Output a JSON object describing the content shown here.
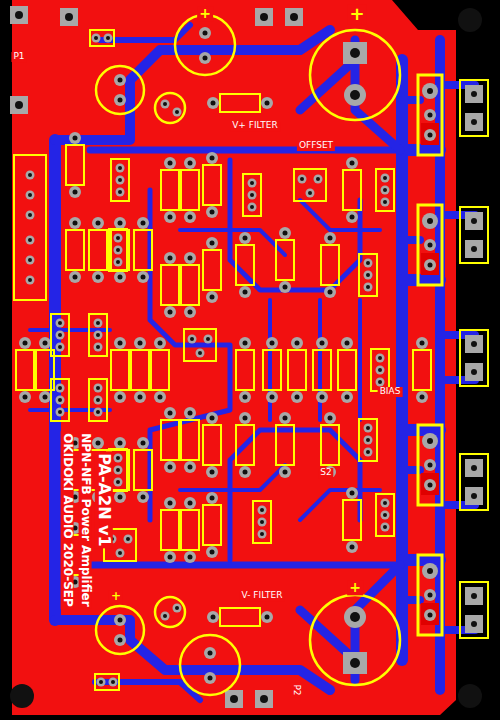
{
  "diagram": {
    "labels": [
      "+",
      "+",
      "P1",
      "V+ FILTER",
      "OFFSET",
      "BIAS",
      "S2",
      "PA-A2N v1",
      "NPN-NFB Power Amplifier",
      "OKIDOKI AUDIO 2020-SEP",
      "V- FILTER",
      "P2",
      "+",
      "+"
    ]
  }
}
